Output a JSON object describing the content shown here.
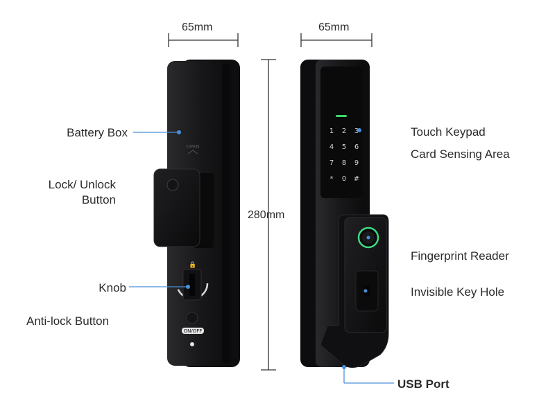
{
  "dimensions": {
    "width_top_left": "65mm",
    "width_top_right": "65mm",
    "height": "280mm"
  },
  "labels": {
    "battery_box": "Battery Box",
    "lock_unlock_line1": "Lock/ Unlock",
    "lock_unlock_line2": "Button",
    "knob": "Knob",
    "anti_lock_button": "Anti-lock Button",
    "touch_keypad": "Touch Keypad",
    "card_sensing_area": "Card Sensing Area",
    "fingerprint_reader": "Fingerprint Reader",
    "invisible_key_hole": "Invisible Key Hole",
    "usb_port": "USB Port",
    "on_off": "ON/OFF"
  },
  "keypad": [
    "1",
    "2",
    "3",
    "4",
    "5",
    "6",
    "7",
    "8",
    "9",
    "*",
    "0",
    "#"
  ],
  "colors": {
    "leader_line": "#4a90d9",
    "device_body": "#1c1c1e",
    "keypad_led": "#39d96b",
    "fingerprint_ring": "#3ddc84"
  }
}
